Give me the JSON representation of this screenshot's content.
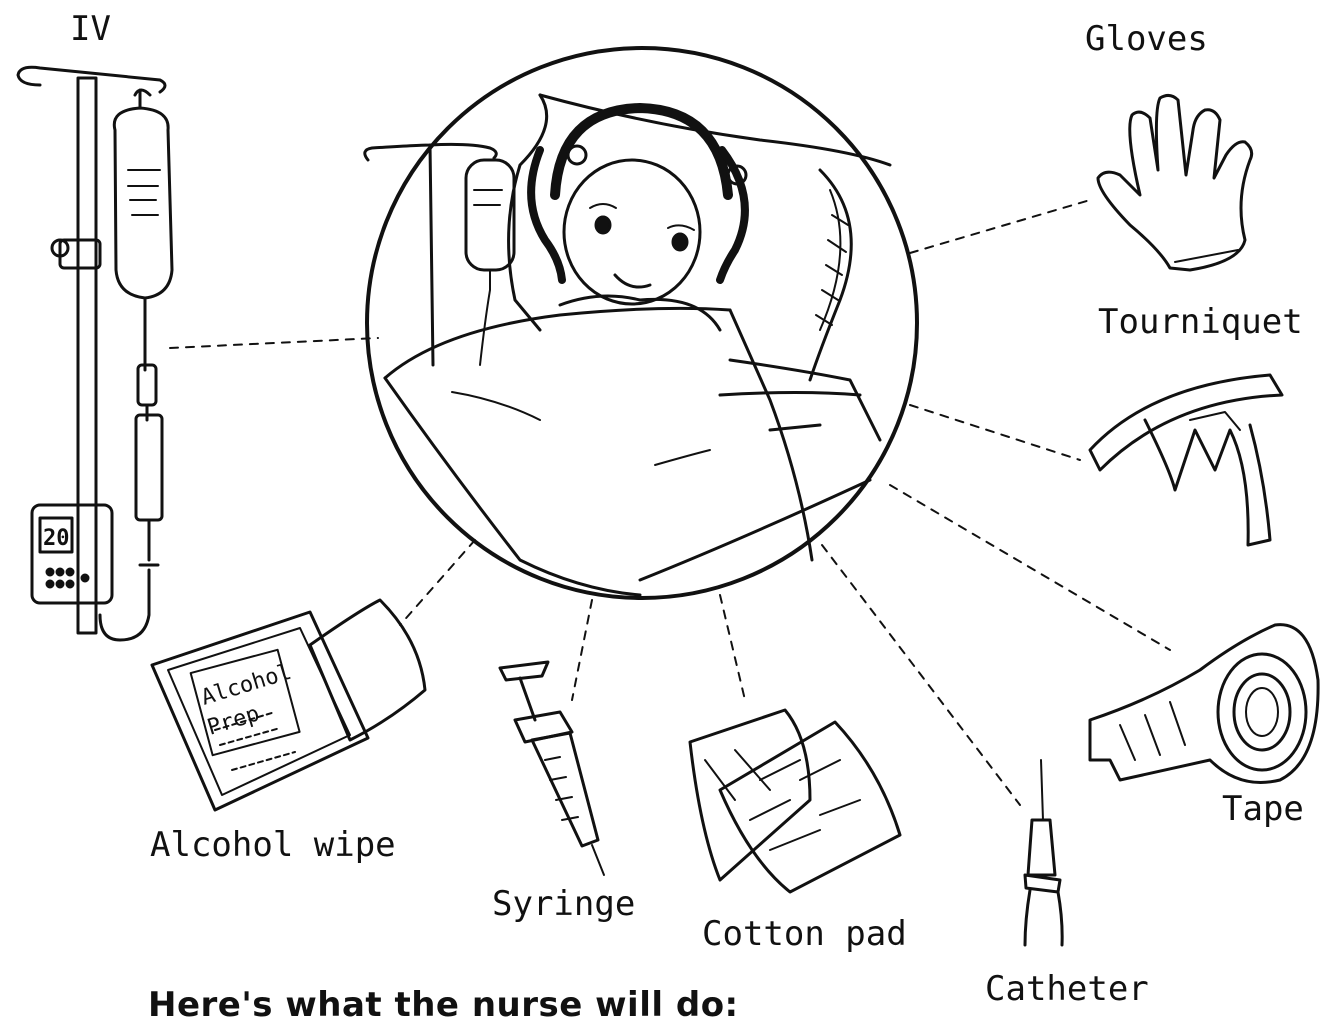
{
  "labels": {
    "iv": "IV",
    "gloves": "Gloves",
    "tourniquet": "Tourniquet",
    "tape": "Tape",
    "alcohol_wipe": "Alcohol wipe",
    "syringe": "Syringe",
    "cotton_pad": "Cotton pad",
    "catheter": "Catheter"
  },
  "pump_display": "20",
  "prep_text": {
    "line1": "Alcohol",
    "line2": "Prep"
  },
  "heading": "Here's what the nurse will do:",
  "colors": {
    "ink": "#111111",
    "background": "#ffffff"
  }
}
